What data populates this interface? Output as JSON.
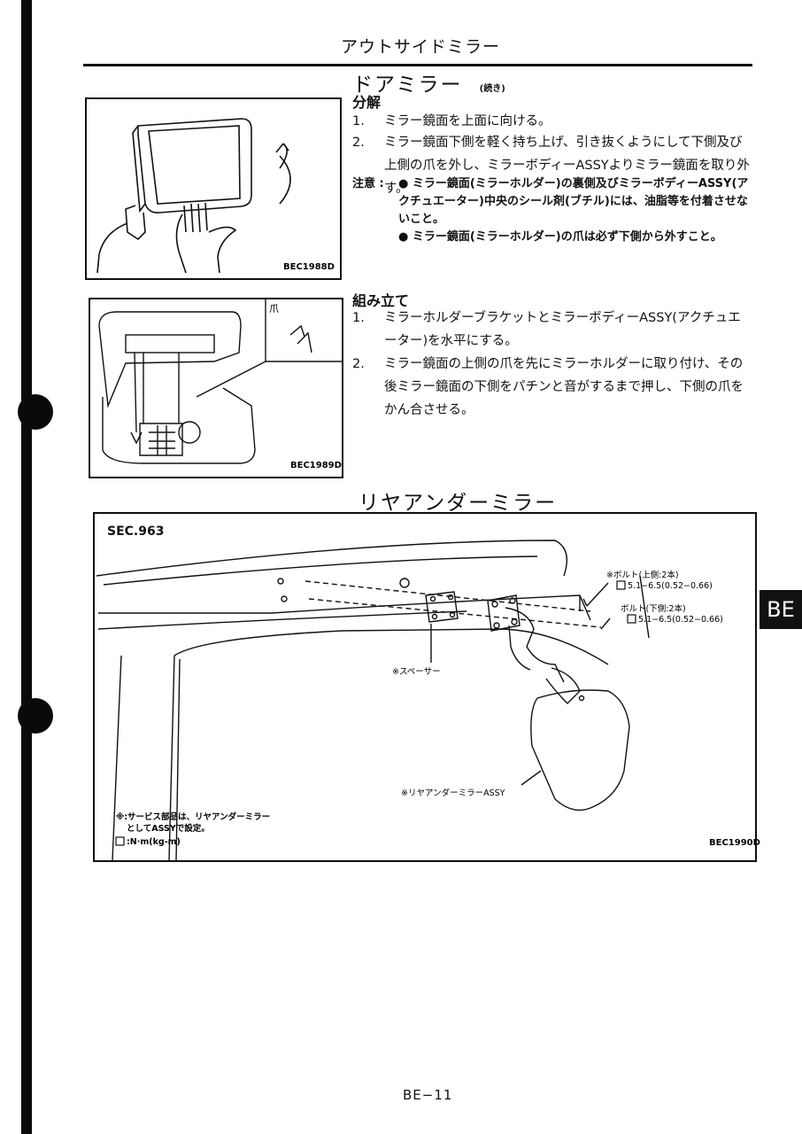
{
  "header": {
    "title": "アウトサイドミラー"
  },
  "door_mirror": {
    "title": "ドアミラー",
    "title_suffix": "(続き)",
    "disassembly": {
      "heading": "分解",
      "steps": [
        {
          "num": "1.",
          "text": "ミラー鏡面を上面に向ける。"
        },
        {
          "num": "2.",
          "text": "ミラー鏡面下側を軽く持ち上げ、引き抜くようにして下側及び上側の爪を外し、ミラーボディーASSYよりミラー鏡面を取り外す。"
        }
      ],
      "caution_label": "注意 :",
      "caution_items": [
        "● ミラー鏡面(ミラーホルダー)の裏側及びミラーボディーASSY(アクチュエーター)中央のシール剤(ブチル)には、油脂等を付着させないこと。",
        "● ミラー鏡面(ミラーホルダー)の爪は必ず下側から外すこと。"
      ]
    },
    "assembly": {
      "heading": "組み立て",
      "steps": [
        {
          "num": "1.",
          "text": "ミラーホルダーブラケットとミラーボディーASSY(アクチュエーター)を水平にする。"
        },
        {
          "num": "2.",
          "text": "ミラー鏡面の上側の爪を先にミラーホルダーに取り付け、その後ミラー鏡面の下側をパチンと音がするまで押し、下側の爪をかん合させる。"
        }
      ]
    },
    "figure1_code": "BEC1988D",
    "figure2_code": "BEC1989D",
    "figure2_label": "爪"
  },
  "rear_under_mirror": {
    "title": "リヤアンダーミラー",
    "sec": "SEC.963",
    "callout_bolt_upper": "※ボルト(上側:2本)",
    "torque_upper": "5.1−6.5(0.52−0.66)",
    "callout_bolt_lower": "ボルト(下側:2本)",
    "torque_lower": "5.1−6.5(0.52−0.66)",
    "callout_spacer": "※スペーサー",
    "callout_assy": "※リヤアンダーミラーASSY",
    "note_line1": "※:サービス部品は、リヤアンダーミラー",
    "note_line2": "としてASSYで設定。",
    "unit_note": ":N·m(kg-m)",
    "figure_code": "BEC1990D"
  },
  "side_tab": "BE",
  "page_number": "BE−11",
  "colors": {
    "ink": "#111111",
    "paper": "#ffffff"
  }
}
